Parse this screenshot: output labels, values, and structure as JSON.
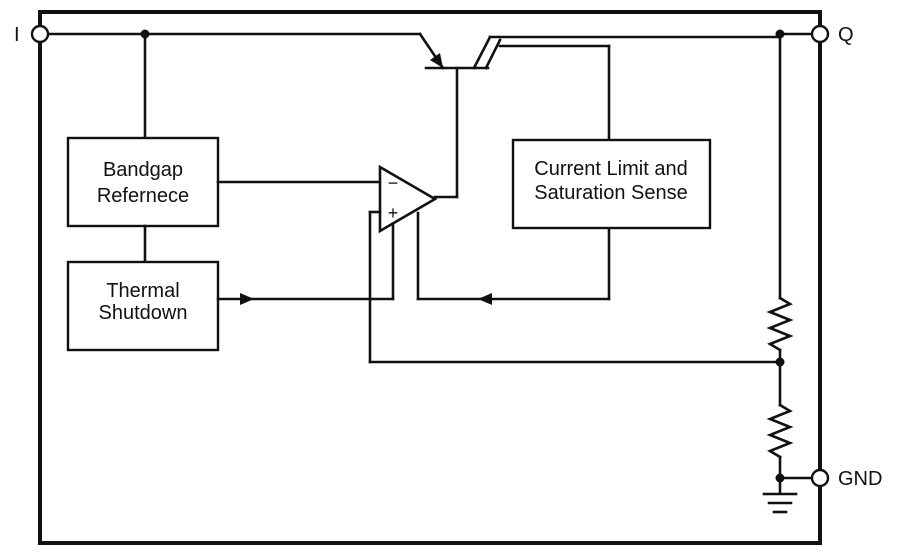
{
  "pins": {
    "input": "I",
    "output": "Q",
    "ground": "GND"
  },
  "blocks": {
    "bandgap": [
      "Bandgap",
      "Refernece"
    ],
    "current_limit": [
      "Current Limit and",
      "Saturation Sense"
    ],
    "thermal": [
      "Thermal",
      "Shutdown"
    ]
  },
  "opamp": {
    "minus": "−",
    "plus": "+"
  }
}
